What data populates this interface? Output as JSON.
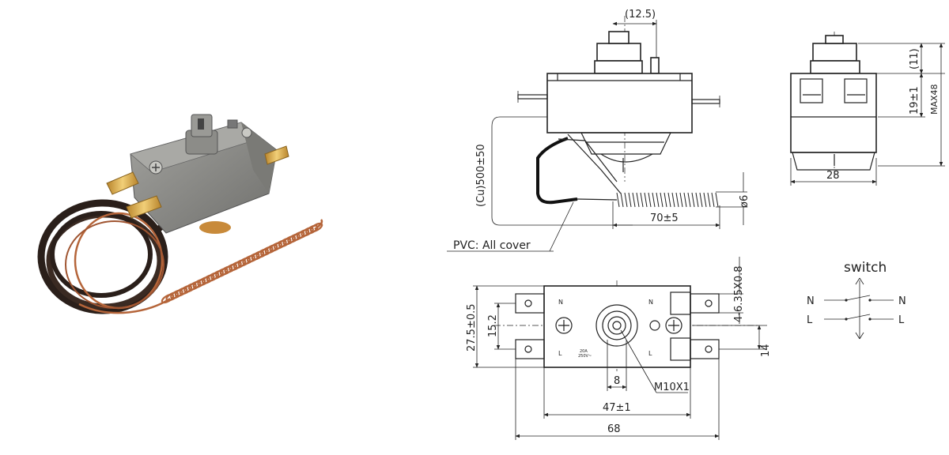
{
  "colors": {
    "line": "#222222",
    "body_grey": "#8f8f8c",
    "copper": "#b5653a",
    "brass": "#d7a84a",
    "cable": "#2a1f1a"
  },
  "photo": {
    "icon": "thermostat-photo"
  },
  "front_view": {
    "dim_top": "(12.5)",
    "dim_capillary": "(Cu)500±50",
    "dim_coil_len": "70±5",
    "dim_coil_dia": "ø6",
    "label_cover": "PVC: All cover"
  },
  "side_view": {
    "dim_top": "(11)",
    "dim_height": "19±1",
    "dim_max": "MAX48",
    "dim_width": "28"
  },
  "top_view": {
    "dim_tabs": "4-6.35X0.8",
    "dim_height": "27.5±0.5",
    "dim_inner": "15.2",
    "dim_right": "14",
    "dim_stem": "8",
    "dim_thread": "M10X1",
    "dim_span": "47±1",
    "dim_total": "68",
    "mark_n": "N",
    "mark_l": "L",
    "rating_1": "20A",
    "rating_2": "250V~"
  },
  "switch": {
    "title": "switch",
    "n_left": "N",
    "n_right": "N",
    "l_left": "L",
    "l_right": "L"
  }
}
